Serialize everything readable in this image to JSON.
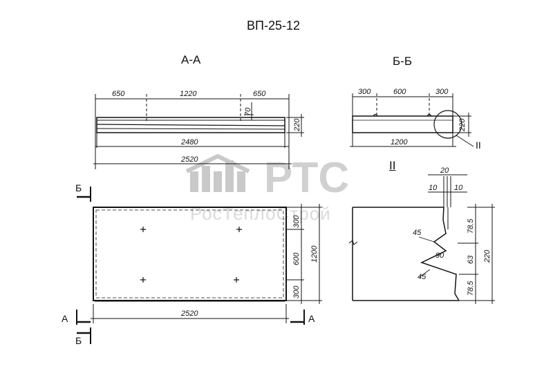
{
  "title": "ВП-25-12",
  "sections": {
    "aa": "А-А",
    "bb": "Б-Б",
    "detail2": "II"
  },
  "watermark": {
    "logo_text": "РТС",
    "company": "РосТеплоСтрой"
  },
  "view_aa": {
    "dims_top": [
      "650",
      "1220",
      "650"
    ],
    "dim_70": "70",
    "dim_220": "220",
    "dim_2480": "2480",
    "dim_2520": "2520"
  },
  "view_bb": {
    "dims_top": [
      "300",
      "600",
      "300"
    ],
    "dim_220": "220",
    "dim_1200": "1200",
    "callout": "II"
  },
  "plan": {
    "side_dims": [
      "300",
      "600",
      "300"
    ],
    "total_side": "1200",
    "bottom_dim": "2520",
    "cut_A": "А",
    "cut_B": "Б"
  },
  "detail": {
    "dim_20": "20",
    "dim_10a": "10",
    "dim_10b": "10",
    "dim_45a": "45",
    "dim_45b": "45",
    "dim_90": "90",
    "dims_right": [
      "78.5",
      "63",
      "78.5"
    ],
    "total_right": "220"
  }
}
